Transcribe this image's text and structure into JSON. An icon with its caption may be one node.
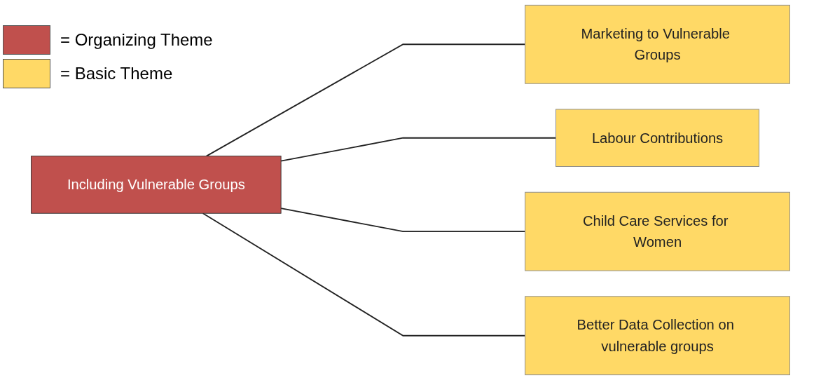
{
  "diagram": {
    "nodes": [
      {
        "text": [
          "Including Vulnerable Groups"
        ]
      },
      {
        "text": [
          "Marketing to Vulnerable Groups"
        ]
      },
      {
        "text": [
          "Labour Contributions"
        ]
      },
      {
        "text": [
          "Child Care Services for Women"
        ]
      },
      {
        "text": [
          "Better Data Collection on vulnerable groups"
        ]
      }
    ],
    "edges": [
      {
        "from": 0,
        "to": 1,
        "arrow": "none"
      },
      {
        "from": 0,
        "to": 2,
        "arrow": "none"
      },
      {
        "from": 0,
        "to": 3,
        "arrow": "none"
      },
      {
        "from": 0,
        "to": 4,
        "arrow": "none"
      }
    ],
    "legend": [
      {
        "text": "= Organizing Theme",
        "color": "#c0504d"
      },
      {
        "text": "= Basic Theme",
        "color": "#ffd966"
      }
    ]
  }
}
